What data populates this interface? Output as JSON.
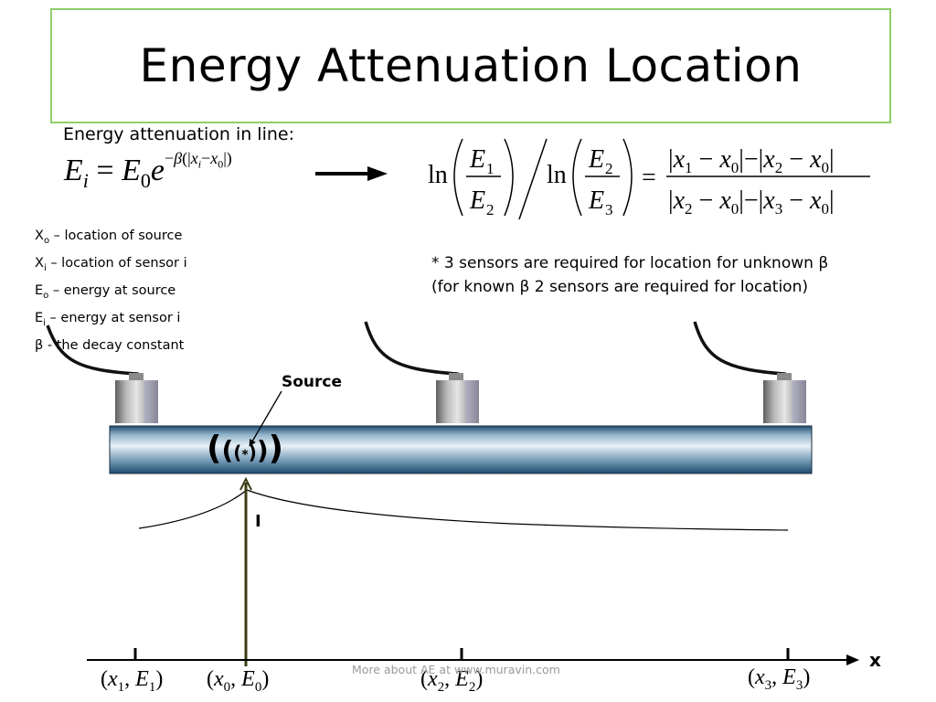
{
  "slide": {
    "title": "Energy Attenuation Location",
    "subtitle": "Energy attenuation in line:",
    "legend": [
      {
        "sym": "X",
        "sub": "o",
        "text": " – location of source"
      },
      {
        "sym": "X",
        "sub": "i",
        "text": " – location of sensor i"
      },
      {
        "sym": "E",
        "sub": "o",
        "text": " – energy at source"
      },
      {
        "sym": "E",
        "sub": "i",
        "text": " – energy at sensor i"
      },
      {
        "sym": "β",
        "sub": "",
        "text": " - the decay constant"
      }
    ],
    "note_line1": "* 3 sensors are required for location for unknown β",
    "note_line2": "(for known β 2 sensors are required for location)",
    "source_label": "Source",
    "wave_symbol": "*",
    "i_label": "I",
    "x_axis_label": "x",
    "coords": [
      "(x1, E1)",
      "(x0, E0)",
      "(x2, E2)",
      "(x3, E3)"
    ],
    "footer": "More about AE at www.muravin.com"
  },
  "colors": {
    "title_border": "#8fce6a",
    "pipe_light": "#e9f1f6",
    "pipe_dark": "#1d4a6e",
    "sensor_body": "#9a9a9a",
    "source_line": "#3c3c14"
  }
}
